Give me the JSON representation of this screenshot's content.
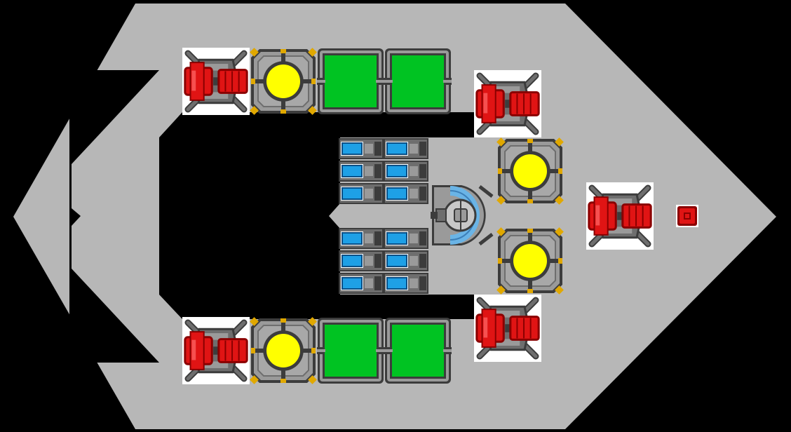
{
  "palette": {
    "background": "#000000",
    "hull": "#b7b7b7",
    "frame_dark": "#3c3c3c",
    "frame_mid": "#6e6e6e",
    "frame_light": "#9a9a9a",
    "reactor_core": "#ffff00",
    "reactor_bracket": "#e0a800",
    "storage_green": "#00c322",
    "thruster_red": "#e01414",
    "thruster_red_dark": "#8a0000",
    "battery_blue": "#1ea0e6",
    "shield_blue": "#6ab4e6",
    "highlight_white": "#ffffff"
  },
  "ship": {
    "modules": [
      {
        "kind": "thruster",
        "name": "thruster-top-left"
      },
      {
        "kind": "reactor",
        "name": "reactor-top-left"
      },
      {
        "kind": "storage",
        "name": "storage-top-1"
      },
      {
        "kind": "storage",
        "name": "storage-top-2"
      },
      {
        "kind": "thruster",
        "name": "thruster-top-right"
      },
      {
        "kind": "reactor",
        "name": "reactor-mid-upper"
      },
      {
        "kind": "cockpit",
        "name": "cockpit-core"
      },
      {
        "kind": "reactor",
        "name": "reactor-mid-lower"
      },
      {
        "kind": "thruster",
        "name": "thruster-nose"
      },
      {
        "kind": "sensor",
        "name": "nose-sensor"
      },
      {
        "kind": "thruster",
        "name": "thruster-bottom-right"
      },
      {
        "kind": "thruster",
        "name": "thruster-bottom-left"
      },
      {
        "kind": "reactor",
        "name": "reactor-bottom-left"
      },
      {
        "kind": "storage",
        "name": "storage-bottom-1"
      },
      {
        "kind": "storage",
        "name": "storage-bottom-2"
      },
      {
        "kind": "battery-bank",
        "name": "battery-bank-upper",
        "cells": 6
      },
      {
        "kind": "battery-bank",
        "name": "battery-bank-lower",
        "cells": 6
      }
    ]
  }
}
